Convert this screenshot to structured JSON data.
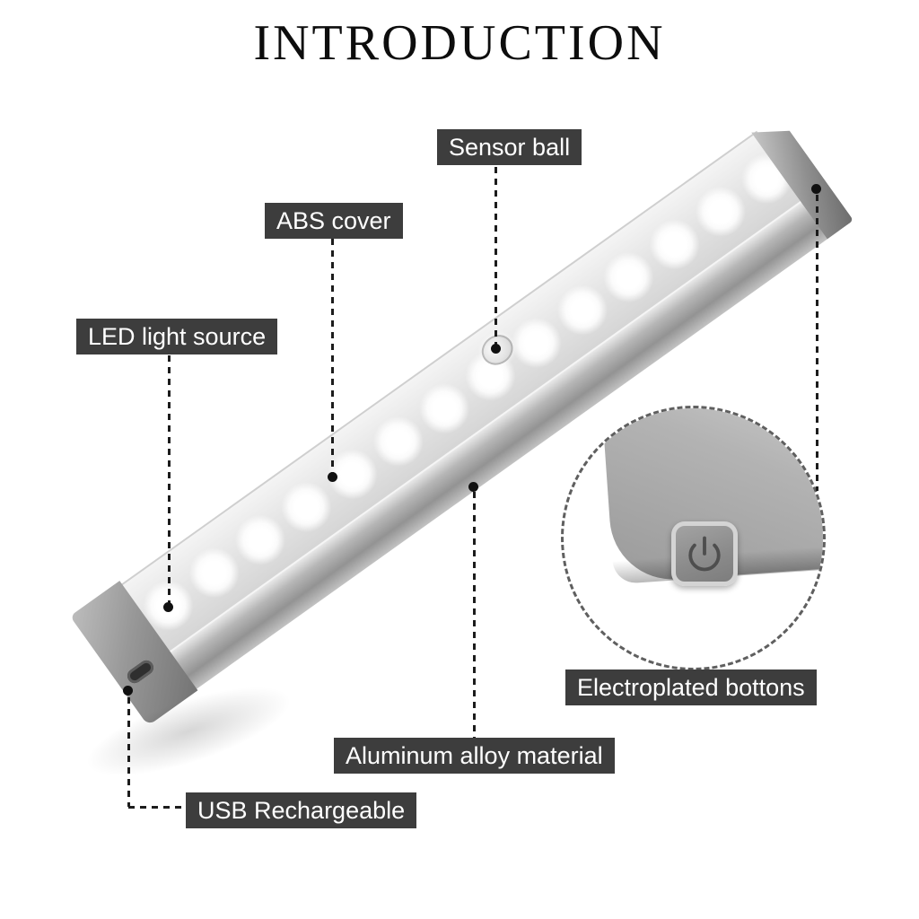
{
  "title": "INTRODUCTION",
  "labels": {
    "sensor_ball": "Sensor ball",
    "abs_cover": "ABS cover",
    "led_light_source": "LED light source",
    "electroplated_buttons": "Electroplated bottons",
    "aluminum_alloy_material": "Aluminum alloy material",
    "usb_rechargeable": "USB Rechargeable"
  },
  "diagram": {
    "led_count": 13,
    "colors": {
      "label_bg": "#3d3d3d",
      "label_text": "#ffffff",
      "leader_line": "#1c1c1c",
      "aluminum_side": "#a8a8a8",
      "button_face": "#8f8f8f",
      "button_border": "#d4d4d4"
    },
    "icons": [
      "power-icon"
    ]
  }
}
